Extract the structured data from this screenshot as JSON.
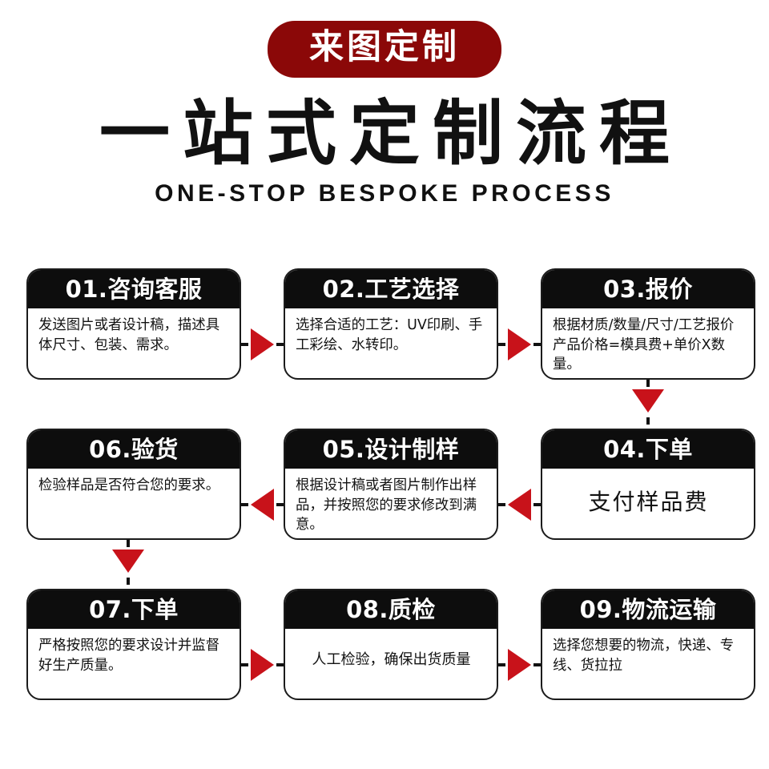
{
  "header": {
    "badge": "来图定制",
    "title": "一站式定制流程",
    "subtitle": "ONE-STOP BESPOKE PROCESS"
  },
  "colors": {
    "badge_red": "#8B0808",
    "arrow_red": "#C8121A",
    "header_black": "#0D0D0D",
    "background": "#FFFFFF"
  },
  "steps": [
    {
      "number": "01.",
      "heading": "01.咨询客服",
      "body": "发送图片或者设计稿，描述具体尺寸、包装、需求。"
    },
    {
      "number": "02.",
      "heading": "02.工艺选择",
      "body": "选择合适的工艺：UV印刷、手工彩绘、水转印。"
    },
    {
      "number": "03.",
      "heading": "03.报价",
      "body": "根据材质/数量/尺寸/工艺报价产品价格=模具费+单价X数量。"
    },
    {
      "number": "04.",
      "heading": "04.下单",
      "body": "支付样品费"
    },
    {
      "number": "05.",
      "heading": "05.设计制样",
      "body": "根据设计稿或者图片制作出样品，并按照您的要求修改到满意。"
    },
    {
      "number": "06.",
      "heading": "06.验货",
      "body": "检验样品是否符合您的要求。"
    },
    {
      "number": "07.",
      "heading": "07.下单",
      "body": "严格按照您的要求设计并监督好生产质量。"
    },
    {
      "number": "08.",
      "heading": "08.质检",
      "body": "人工检验，确保出货质量"
    },
    {
      "number": "09.",
      "heading": "09.物流运输",
      "body": "选择您想要的物流，快递、专线、货拉拉"
    }
  ],
  "connectors": [
    {
      "id": "c1",
      "from": "01",
      "to": "02",
      "direction": "right"
    },
    {
      "id": "c2",
      "from": "02",
      "to": "03",
      "direction": "right"
    },
    {
      "id": "c3",
      "from": "03",
      "to": "04",
      "direction": "down"
    },
    {
      "id": "c4",
      "from": "04",
      "to": "05",
      "direction": "left"
    },
    {
      "id": "c5",
      "from": "05",
      "to": "06",
      "direction": "left"
    },
    {
      "id": "c6",
      "from": "06",
      "to": "07",
      "direction": "down"
    },
    {
      "id": "c7",
      "from": "07",
      "to": "08",
      "direction": "right"
    },
    {
      "id": "c8",
      "from": "08",
      "to": "09",
      "direction": "right"
    }
  ]
}
